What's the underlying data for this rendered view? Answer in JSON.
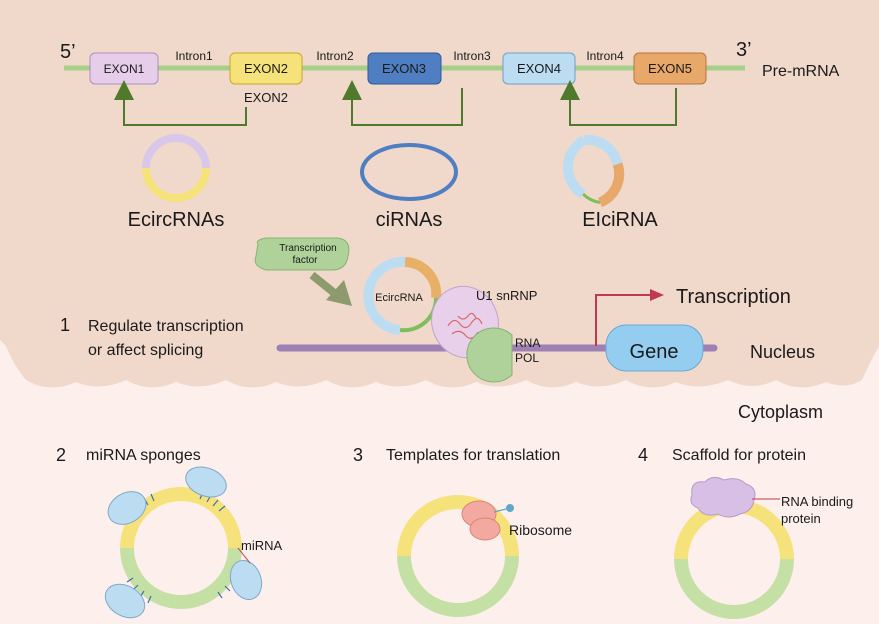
{
  "pre_mrna": {
    "five_prime": "5’",
    "three_prime": "3’",
    "label": "Pre-mRNA",
    "exons": [
      "EXON1",
      "EXON2",
      "EXON3",
      "EXON4",
      "EXON5"
    ],
    "introns": [
      "Intron1",
      "Intron2",
      "Intron3",
      "Intron4"
    ],
    "exon2_sublabel": "EXON2",
    "colors": {
      "exon1": "#e6cdea",
      "exon2": "#f6e27a",
      "exon3": "#4f7fc2",
      "exon4": "#bcdcf2",
      "exon5": "#e7a86a",
      "strand": "#a8cf8a",
      "arrow": "#4f7a2c"
    }
  },
  "circ_types": {
    "ecirc": "EcircRNAs",
    "ci": "ciRNAs",
    "elci": "EIciRNA"
  },
  "mechanism1": {
    "number": "1",
    "line1": "Regulate transcription",
    "line2": "or affect splicing",
    "transcription_factor_line1": "Transcription",
    "transcription_factor_line2": "factor",
    "ecircrna": "EcircRNA",
    "u1": "U1 snRNP",
    "rna": "RNA",
    "pol": "POL",
    "gene": "Gene",
    "transcription": "Transcription",
    "nucleus": "Nucleus"
  },
  "cytoplasm": {
    "label": "Cytoplasm",
    "items": [
      {
        "number": "2",
        "title": "miRNA sponges",
        "label": "miRNA"
      },
      {
        "number": "3",
        "title": "Templates for translation",
        "label": "Ribosome"
      },
      {
        "number": "4",
        "title": "Scaffold for protein",
        "label_line1": "RNA binding",
        "label_line2": "protein"
      }
    ]
  }
}
